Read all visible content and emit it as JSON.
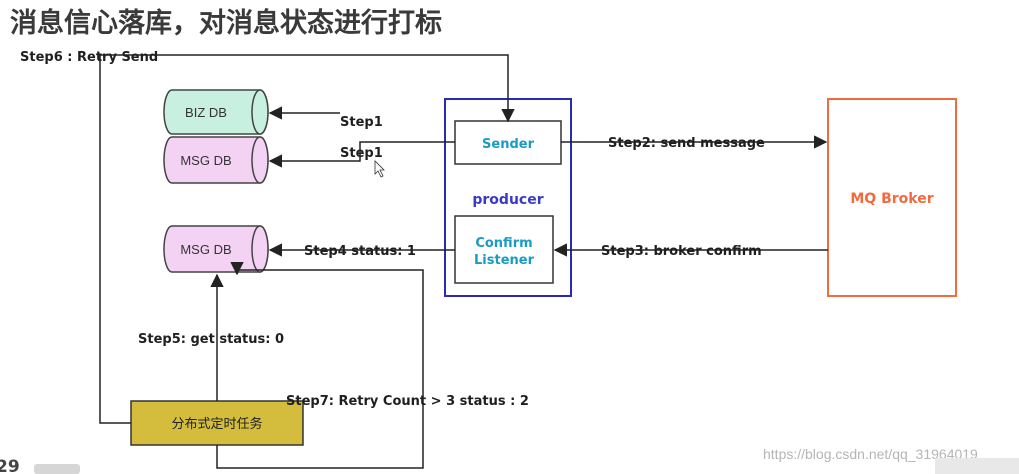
{
  "title": "消息信心落库，对消息状态进行打标",
  "nodes": {
    "biz_db": "BIZ DB",
    "msg_db_top": "MSG DB",
    "msg_db_bottom": "MSG DB",
    "sender": "Sender",
    "producer": "producer",
    "confirm_line1": "Confirm",
    "confirm_line2": "Listener",
    "mq_broker": "MQ Broker",
    "scheduled_task": "分布式定时任务"
  },
  "steps": {
    "step1_biz": "Step1",
    "step1_msg": "Step1",
    "step2": "Step2:  send message",
    "step3": "Step3:  broker confirm",
    "step4": "Step4 status: 1",
    "step5": "Step5: get status:  0",
    "step6": "Step6 :  Retry Send",
    "step7": "Step7: Retry Count > 3 status : 2"
  },
  "watermark": "https://blog.csdn.net/qq_31964019",
  "edge_text": "29",
  "colors": {
    "biz_db_fill": "#c8f0e0",
    "msg_db_fill": "#f4d2f4",
    "producer_border": "#2a2ab8",
    "sender_text": "#1a9bc2",
    "mq_border": "#f26a3d",
    "task_fill": "#d4bd3c",
    "line": "#222222"
  }
}
